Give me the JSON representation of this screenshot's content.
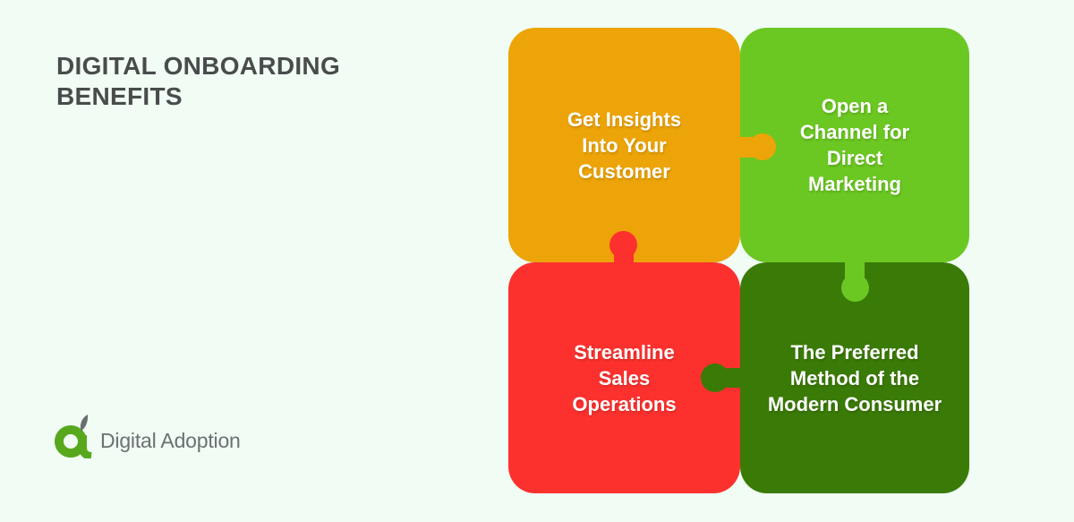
{
  "page": {
    "background": "#F0FCF4"
  },
  "header": {
    "title": "DIGITAL ONBOARDING\nBENEFITS",
    "color": "#484C4B"
  },
  "puzzle": {
    "text_color": "#FFFFFF",
    "pieces": [
      {
        "position": "top-left",
        "label": "Get Insights\nInto Your\nCustomer",
        "color": "#EDA408"
      },
      {
        "position": "top-right",
        "label": "Open a\nChannel for\nDirect\nMarketing",
        "color": "#6BC722"
      },
      {
        "position": "bottom-left",
        "label": "Streamline\nSales\nOperations",
        "color": "#FC312E"
      },
      {
        "position": "bottom-right",
        "label": "The Preferred\nMethod of the\nModern Consumer",
        "color": "#3A7A06"
      }
    ]
  },
  "logo": {
    "name": "Digital Adoption",
    "icon_green": "#58A81D",
    "icon_gray": "#6A6E70",
    "text_color": "#6C7072"
  }
}
